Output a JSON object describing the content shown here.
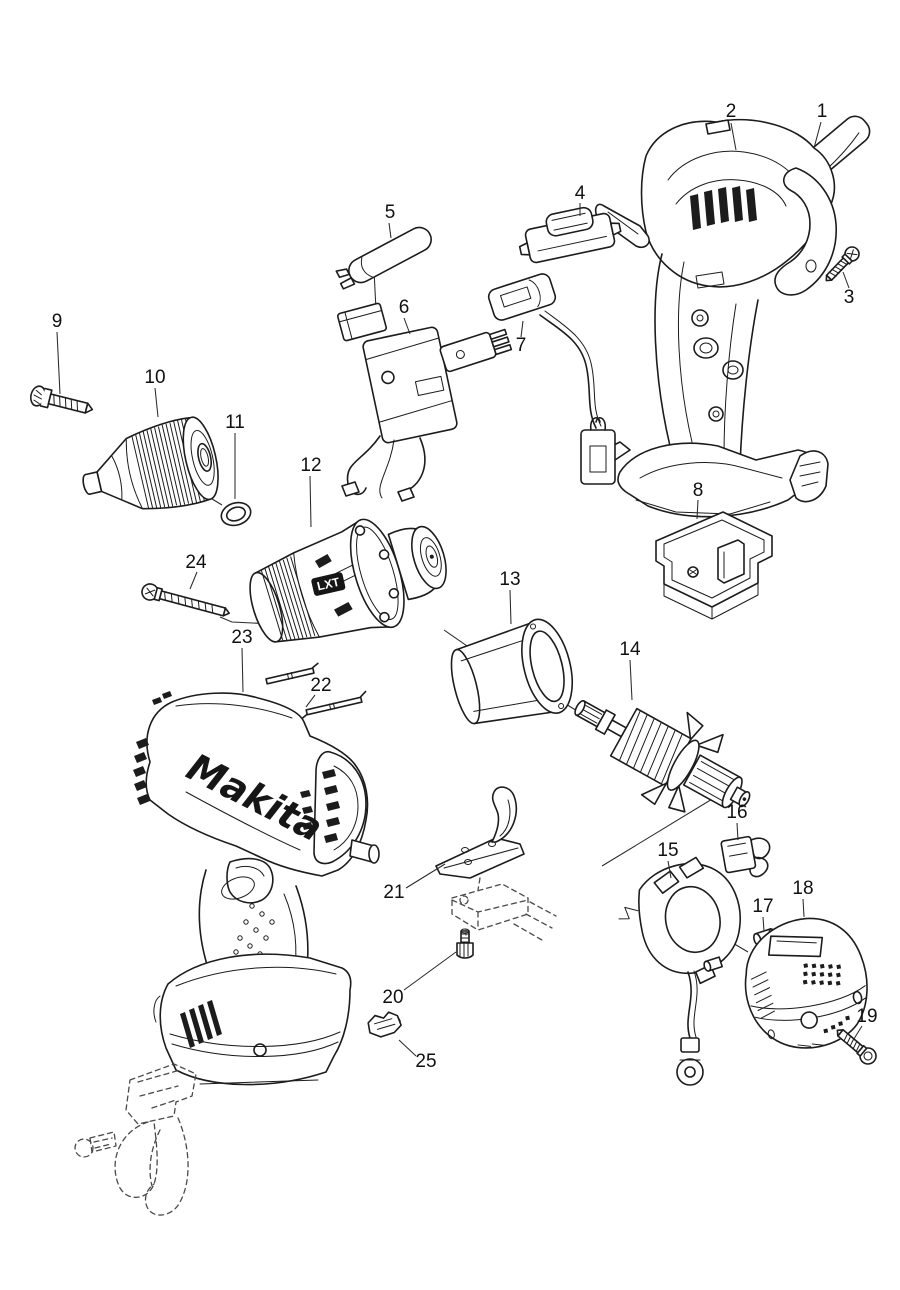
{
  "colors": {
    "line": "#1c1c1c",
    "label": "#111111",
    "background": "#ffffff"
  },
  "diagram": {
    "kind": "exploded-parts-diagram",
    "brand_marking": "Makita",
    "model_marking": "LXT",
    "part_labels": [
      "1",
      "2",
      "3",
      "4",
      "5",
      "6",
      "7",
      "8",
      "9",
      "10",
      "11",
      "12",
      "13",
      "14",
      "15",
      "16",
      "17",
      "18",
      "19",
      "20",
      "21",
      "22",
      "23",
      "24",
      "25"
    ]
  }
}
